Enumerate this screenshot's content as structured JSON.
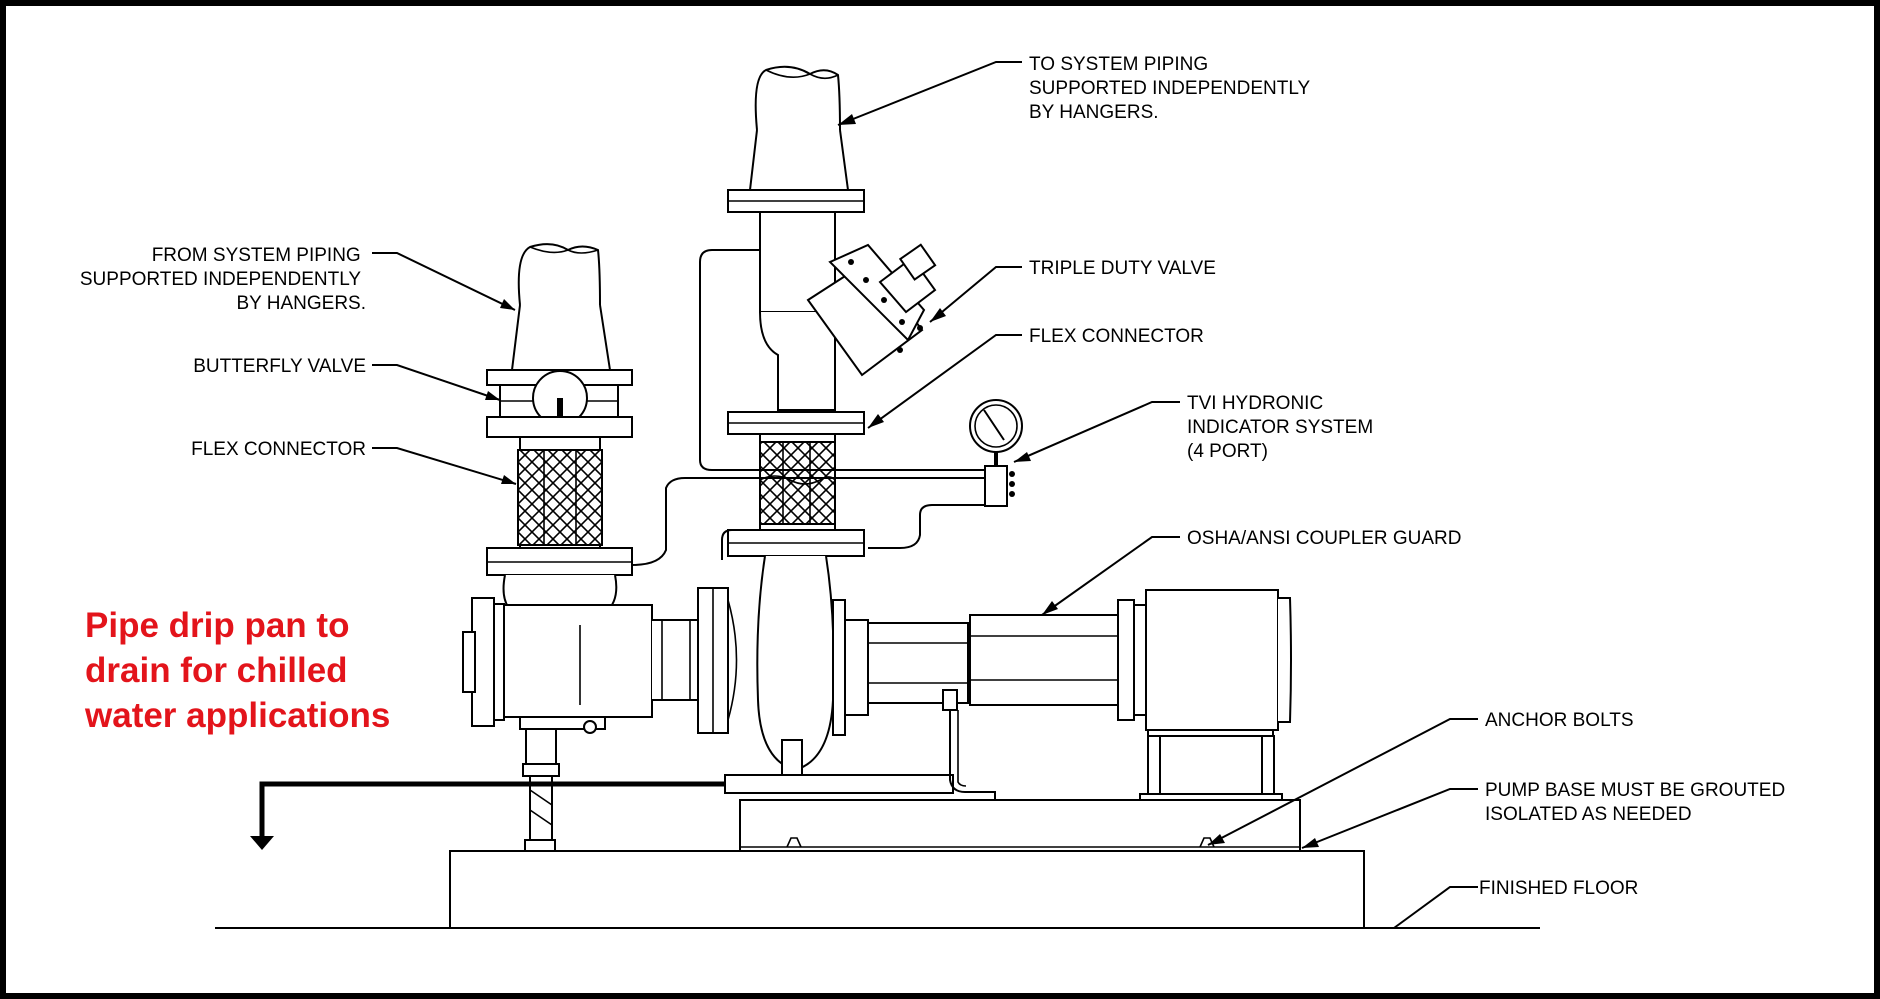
{
  "labels": {
    "to_system_piping": [
      "TO SYSTEM PIPING",
      "SUPPORTED INDEPENDENTLY",
      "BY HANGERS."
    ],
    "from_system_piping": [
      "FROM SYSTEM PIPING",
      "SUPPORTED INDEPENDENTLY",
      "BY HANGERS."
    ],
    "triple_duty_valve": [
      "TRIPLE DUTY VALVE"
    ],
    "flex_connector_right": [
      "FLEX CONNECTOR"
    ],
    "butterfly_valve": [
      "BUTTERFLY VALVE"
    ],
    "flex_connector_left": [
      "FLEX CONNECTOR"
    ],
    "tvi_hydronic": [
      "TVI HYDRONIC",
      "INDICATOR SYSTEM",
      "(4 PORT)"
    ],
    "coupler_guard": [
      "OSHA/ANSI COUPLER GUARD"
    ],
    "anchor_bolts": [
      "ANCHOR BOLTS"
    ],
    "pump_base": [
      "PUMP BASE MUST BE GROUTED",
      "ISOLATED AS NEEDED"
    ],
    "finished_floor": [
      "FINISHED FLOOR"
    ]
  },
  "note": [
    "Pipe drip pan to",
    "drain for chilled",
    "water applications"
  ],
  "colors": {
    "note": "#e3141b",
    "line": "#000000",
    "border": "#000000"
  }
}
